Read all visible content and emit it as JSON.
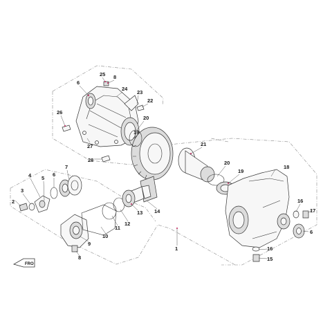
{
  "diagram": {
    "type": "exploded-parts-view",
    "front_label": "FRO",
    "callouts": [
      {
        "id": "c25a",
        "label": "25"
      },
      {
        "id": "c8a",
        "label": "8"
      },
      {
        "id": "c6a",
        "label": "6"
      },
      {
        "id": "c24",
        "label": "24"
      },
      {
        "id": "c23",
        "label": "23"
      },
      {
        "id": "c22",
        "label": "22"
      },
      {
        "id": "c26",
        "label": "26"
      },
      {
        "id": "c20a",
        "label": "20"
      },
      {
        "id": "c19a",
        "label": "19"
      },
      {
        "id": "c27",
        "label": "27"
      },
      {
        "id": "c28",
        "label": "28"
      },
      {
        "id": "c21",
        "label": "21"
      },
      {
        "id": "c20b",
        "label": "20"
      },
      {
        "id": "c19b",
        "label": "19"
      },
      {
        "id": "c18",
        "label": "18"
      },
      {
        "id": "c7",
        "label": "7"
      },
      {
        "id": "c4",
        "label": "4"
      },
      {
        "id": "c5",
        "label": "5"
      },
      {
        "id": "c6b",
        "label": "6"
      },
      {
        "id": "c3",
        "label": "3"
      },
      {
        "id": "c2",
        "label": "2"
      },
      {
        "id": "c13",
        "label": "13"
      },
      {
        "id": "c14",
        "label": "14"
      },
      {
        "id": "c16a",
        "label": "16"
      },
      {
        "id": "c17",
        "label": "17"
      },
      {
        "id": "c6c",
        "label": "6"
      },
      {
        "id": "c11",
        "label": "11"
      },
      {
        "id": "c12",
        "label": "12"
      },
      {
        "id": "c10",
        "label": "10"
      },
      {
        "id": "c9",
        "label": "9"
      },
      {
        "id": "c1",
        "label": "1"
      },
      {
        "id": "c16b",
        "label": "16"
      },
      {
        "id": "c15",
        "label": "15"
      },
      {
        "id": "c8b",
        "label": "8"
      }
    ]
  }
}
